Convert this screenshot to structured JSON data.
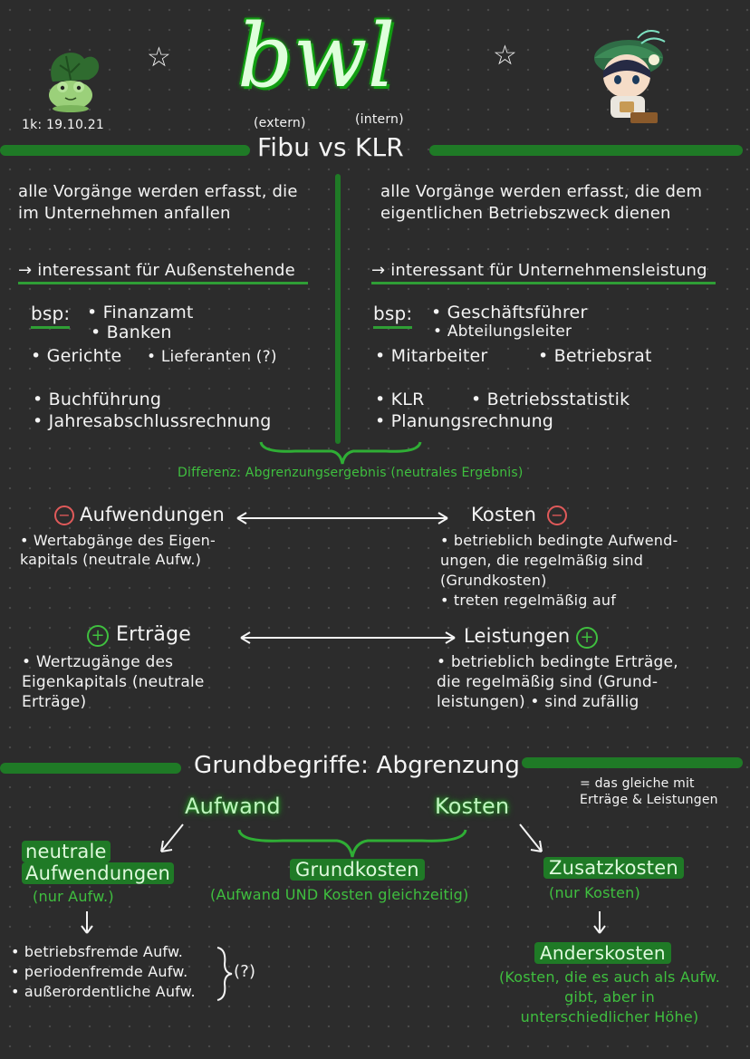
{
  "header": {
    "title": "bwl",
    "date": "1k: 19.10.21",
    "extern_label": "(extern)",
    "intern_label": "(intern)",
    "subtitle": "Fibu vs KLR"
  },
  "left_column": {
    "definition": [
      "alle Vorgänge werden erfasst, die",
      "im Unternehmen anfallen"
    ],
    "interest": "→ interessant für Außenstehende",
    "bsp_label": "bsp:",
    "examples": [
      "• Finanzamt",
      "• Banken",
      "• Gerichte",
      "• Lieferanten (?)"
    ],
    "tasks": [
      "• Buchführung",
      "• Jahresabschlussrechnung"
    ]
  },
  "right_column": {
    "definition": [
      "alle Vorgänge werden erfasst, die dem",
      "eigentlichen Betriebszweck dienen"
    ],
    "interest": "→ interessant für Unternehmensleistung",
    "bsp_label": "bsp:",
    "examples": [
      "• Geschäftsführer",
      "• Abteilungsleiter",
      "• Mitarbeiter",
      "• Betriebsrat"
    ],
    "tasks": [
      "• KLR",
      "• Betriebsstatistik",
      "• Planungsrechnung"
    ]
  },
  "difference": "Differenz: Abgrenzungsergebnis (neutrales Ergebnis)",
  "comparison": {
    "aufwendungen": {
      "title": "Aufwendungen",
      "sign": "−",
      "lines": [
        "• Wertabgänge des Eigen-",
        "kapitals (neutrale Aufw.)"
      ]
    },
    "kosten": {
      "title": "Kosten",
      "sign": "−",
      "lines": [
        "• betrieblich bedingte Aufwend-",
        "ungen, die regelmäßig sind",
        "(Grundkosten)",
        "• treten regelmäßig auf"
      ]
    },
    "ertraege": {
      "title": "Erträge",
      "sign": "+",
      "lines": [
        "• Wertzugänge des",
        "Eigenkapitals (neutrale",
        "Erträge)"
      ]
    },
    "leistungen": {
      "title": "Leistungen",
      "sign": "+",
      "lines": [
        "• betrieblich bedingte Erträge,",
        "die regelmäßig sind (Grund-",
        "leistungen)   • sind zufällig"
      ]
    }
  },
  "section2": {
    "title": "Grundbegriffe: Abgrenzung",
    "note": [
      "= das gleiche mit",
      "Erträge & Leistungen"
    ],
    "aufwand": "Aufwand",
    "kosten": "Kosten",
    "neutrale": [
      "neutrale",
      "Aufwendungen"
    ],
    "neutrale_sub": "(nur Aufw.)",
    "grundkosten": "Grundkosten",
    "grundkosten_sub": "(Aufwand UND Kosten gleichzeitig)",
    "zusatzkosten": "Zusatzkosten",
    "zusatzkosten_sub": "(nur Kosten)",
    "neutral_list": [
      "• betriebsfremde Aufw.",
      "• periodenfremde Aufw.",
      "• außerordentliche Aufw."
    ],
    "neutral_question": "(?)",
    "anderskosten": "Anderskosten",
    "anderskosten_desc": [
      "(Kosten, die es auch als Aufw.",
      "gibt, aber in",
      "unterschiedlicher Höhe)"
    ]
  }
}
